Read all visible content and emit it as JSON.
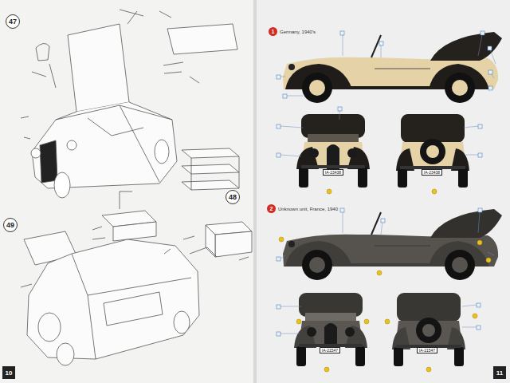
{
  "diagram": {
    "nodes": [
      {
        "text": [
          "47"
        ]
      },
      {
        "text": [
          "48"
        ]
      },
      {
        "text": [
          "49"
        ]
      },
      {
        "text": [
          "10"
        ]
      },
      {
        "text": [
          "1",
          "Germany, 1940's"
        ]
      },
      {
        "text": [
          "2",
          "Unknown unit, France, 1940"
        ]
      },
      {
        "text": [
          "11"
        ]
      }
    ],
    "labels": [
      "IA-23438",
      "IA-23438",
      "IA-21547",
      "IA-21547"
    ]
  }
}
